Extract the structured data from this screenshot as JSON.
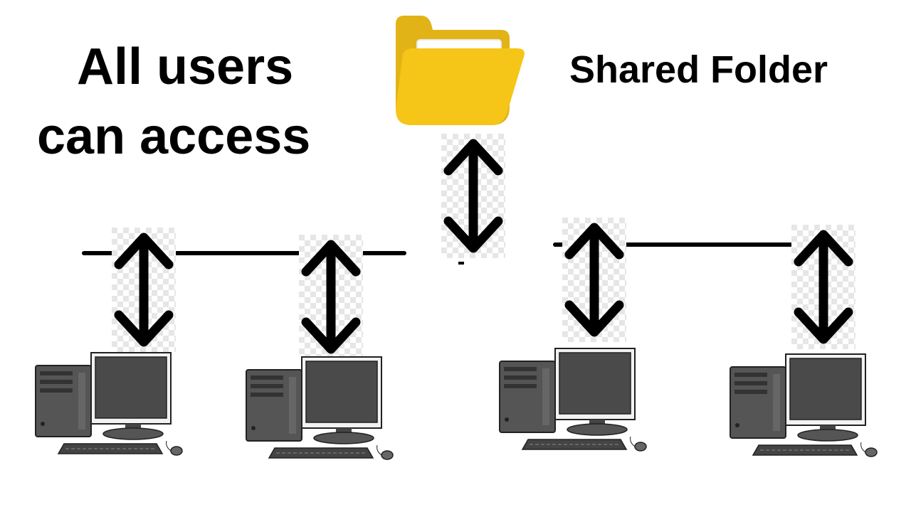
{
  "title": {
    "line1": "All users",
    "line2": "can access"
  },
  "folder": {
    "label": "Shared Folder",
    "icon": "folder-icon",
    "color": "#F5C518",
    "tab_color": "#E2B316"
  },
  "network": {
    "line_color": "#000000",
    "arrow_icon": "double-arrow-icon",
    "computer_icon": "desktop-computer-icon",
    "computer_count": 4,
    "segments": [
      "left-network-line",
      "right-network-line"
    ]
  },
  "colors": {
    "computer_body": "#555555",
    "computer_outline": "#222222",
    "monitor_screen": "#4a4a4a",
    "checker": "#e6e6e6"
  }
}
